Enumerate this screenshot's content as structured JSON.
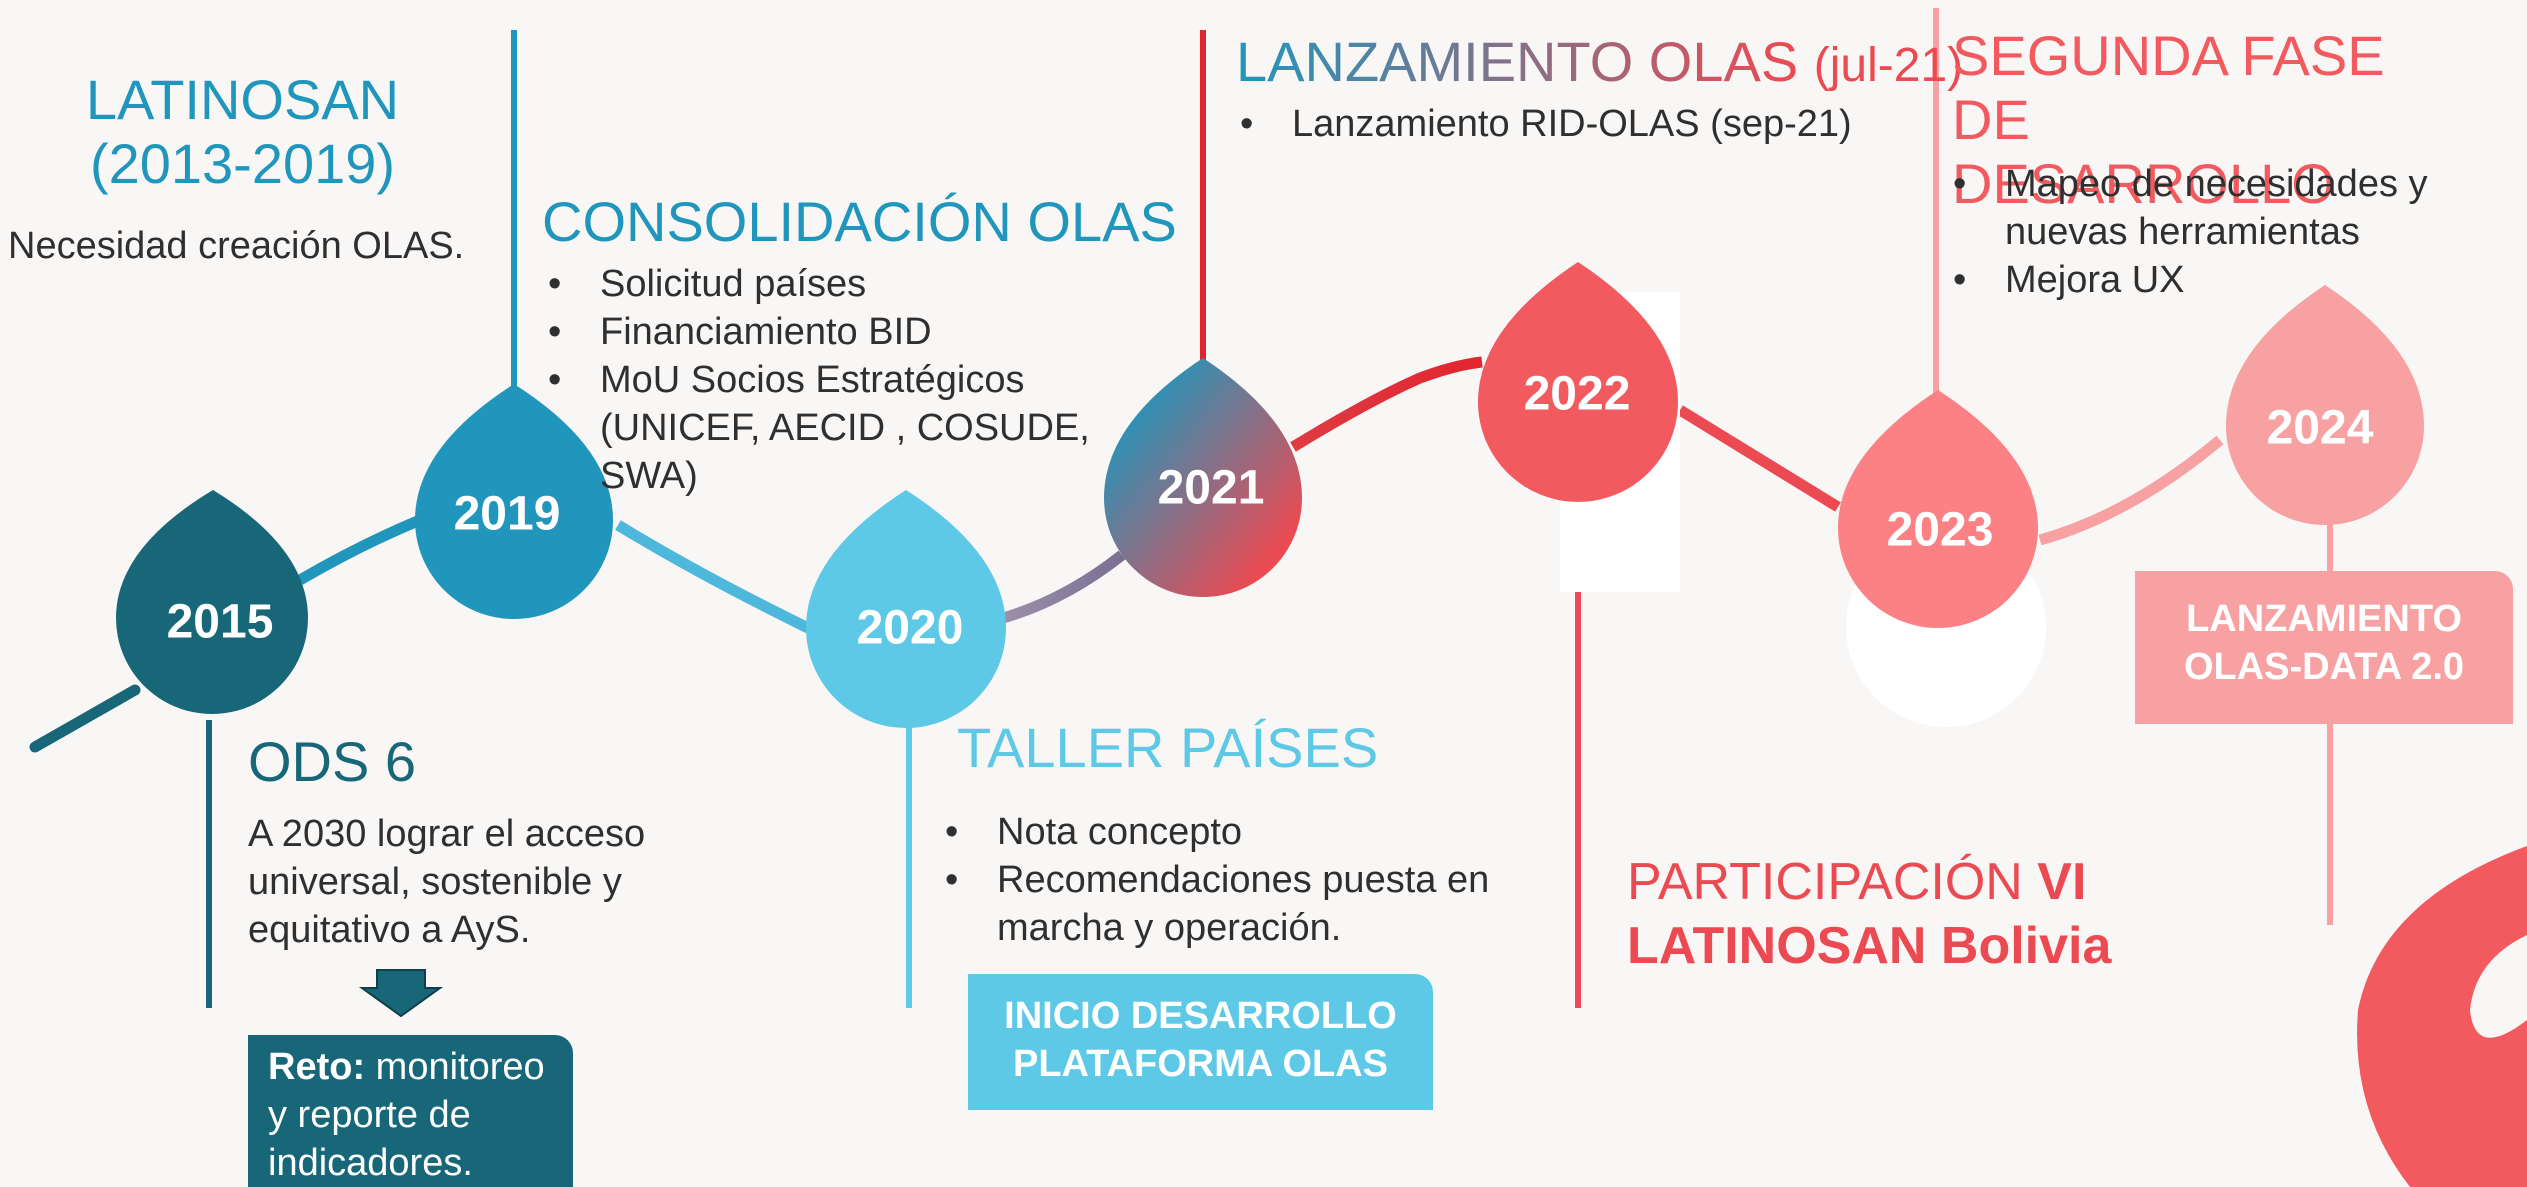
{
  "colors": {
    "y2015": "#176779",
    "y2019": "#2196bc",
    "y2020": "#5ec9e6",
    "y2021_start": "#2196bc",
    "y2021_end": "#ec4a52",
    "y2022": "#f25a5f",
    "y2023": "#fb8184",
    "y2024": "#f8a1a3",
    "accent_red": "#e1252f"
  },
  "milestones": [
    {
      "year": "2015",
      "color": "#176779"
    },
    {
      "year": "2019",
      "color": "#2196bc"
    },
    {
      "year": "2020",
      "color": "#5ec9e6"
    },
    {
      "year": "2021",
      "color": "gradient"
    },
    {
      "year": "2022",
      "color": "#f25a5f"
    },
    {
      "year": "2023",
      "color": "#fb8184"
    },
    {
      "year": "2024",
      "color": "#f8a1a3"
    }
  ],
  "latinosan": {
    "title": "LATINOSAN (2013-2019)",
    "text": "Necesidad creación OLAS."
  },
  "ods": {
    "title": "ODS 6",
    "text": "A 2030 lograr el acceso universal, sostenible y equitativo a AyS.",
    "reto_label": "Reto:",
    "reto_text": " monitoreo y reporte de indicadores."
  },
  "consolidacion": {
    "title": "CONSOLIDACIÓN OLAS",
    "bullets": [
      "Solicitud países",
      "Financiamiento BID",
      "MoU Socios Estratégicos (UNICEF, AECID , COSUDE, SWA)"
    ]
  },
  "taller": {
    "title": "TALLER PAÍSES",
    "bullets": [
      "Nota concepto",
      "Recomendaciones puesta en marcha y operación."
    ],
    "box": "INICIO DESARROLLO PLATAFORMA OLAS"
  },
  "lanzamiento": {
    "title": "LANZAMIENTO OLAS",
    "date": "(jul-21)",
    "bullets": [
      "Lanzamiento RID-OLAS (sep-21)"
    ]
  },
  "participacion": {
    "prefix": "PARTICIPACIÓN ",
    "vi": "VI",
    "line2": "LATINOSAN Bolivia"
  },
  "segunda": {
    "title": "SEGUNDA FASE DE DESARROLLO",
    "bullets": [
      "Mapeo de necesidades y nuevas herramientas",
      "Mejora UX"
    ]
  },
  "olasdata": {
    "box": "LANZAMIENTO OLAS-DATA 2.0"
  }
}
